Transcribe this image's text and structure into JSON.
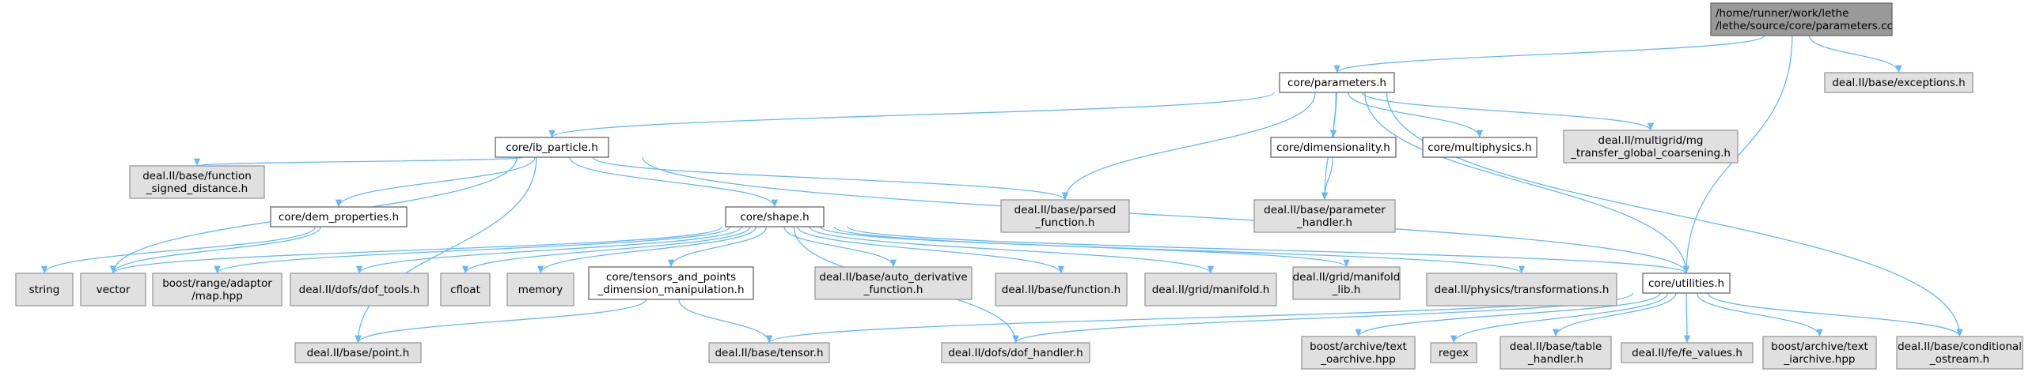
{
  "colors": {
    "root_fill": "#999999",
    "root_stroke": "#666666",
    "internal_fill": "#ffffff",
    "internal_stroke": "#666666",
    "external_fill": "#e0e0e0",
    "external_stroke": "#999999",
    "edge": "#63b8ff"
  },
  "nodes": [
    {
      "id": "root",
      "kind": "root",
      "lines": [
        "/home/runner/work/lethe",
        "/lethe/source/core/parameters.cc"
      ]
    },
    {
      "id": "core_parameters",
      "kind": "internal",
      "lines": [
        "core/parameters.h"
      ]
    },
    {
      "id": "dealii_exceptions",
      "kind": "external",
      "lines": [
        "deal.II/base/exceptions.h"
      ]
    },
    {
      "id": "core_ib_particle",
      "kind": "internal",
      "lines": [
        "core/ib_particle.h"
      ]
    },
    {
      "id": "core_dimensionality",
      "kind": "internal",
      "lines": [
        "core/dimensionality.h"
      ]
    },
    {
      "id": "core_multiphysics",
      "kind": "internal",
      "lines": [
        "core/multiphysics.h"
      ]
    },
    {
      "id": "dealii_mg_transfer",
      "kind": "external",
      "lines": [
        "deal.II/multigrid/mg",
        "_transfer_global_coarsening.h"
      ]
    },
    {
      "id": "dealii_function_signed",
      "kind": "external",
      "lines": [
        "deal.II/base/function",
        "_signed_distance.h"
      ]
    },
    {
      "id": "core_dem_properties",
      "kind": "internal",
      "lines": [
        "core/dem_properties.h"
      ]
    },
    {
      "id": "core_shape",
      "kind": "internal",
      "lines": [
        "core/shape.h"
      ]
    },
    {
      "id": "dealii_parsed_function",
      "kind": "external",
      "lines": [
        "deal.II/base/parsed",
        "_function.h"
      ]
    },
    {
      "id": "dealii_parameter_handler",
      "kind": "external",
      "lines": [
        "deal.II/base/parameter",
        "_handler.h"
      ]
    },
    {
      "id": "string",
      "kind": "external",
      "lines": [
        "string"
      ]
    },
    {
      "id": "vector",
      "kind": "external",
      "lines": [
        "vector"
      ]
    },
    {
      "id": "boost_range_map",
      "kind": "external",
      "lines": [
        "boost/range/adaptor",
        "/map.hpp"
      ]
    },
    {
      "id": "dealii_dof_tools",
      "kind": "external",
      "lines": [
        "deal.II/dofs/dof_tools.h"
      ]
    },
    {
      "id": "cfloat",
      "kind": "external",
      "lines": [
        "cfloat"
      ]
    },
    {
      "id": "memory",
      "kind": "external",
      "lines": [
        "memory"
      ]
    },
    {
      "id": "core_tensors_points",
      "kind": "internal",
      "lines": [
        "core/tensors_and_points",
        "_dimension_manipulation.h"
      ]
    },
    {
      "id": "dealii_auto_derivative",
      "kind": "external",
      "lines": [
        "deal.II/base/auto_derivative",
        "_function.h"
      ]
    },
    {
      "id": "dealii_function",
      "kind": "external",
      "lines": [
        "deal.II/base/function.h"
      ]
    },
    {
      "id": "dealii_grid_manifold",
      "kind": "external",
      "lines": [
        "deal.II/grid/manifold.h"
      ]
    },
    {
      "id": "dealii_grid_manifold_lib",
      "kind": "external",
      "lines": [
        "deal.II/grid/manifold",
        "_lib.h"
      ]
    },
    {
      "id": "dealii_transformations",
      "kind": "external",
      "lines": [
        "deal.II/physics/transformations.h"
      ]
    },
    {
      "id": "core_utilities",
      "kind": "internal",
      "lines": [
        "core/utilities.h"
      ]
    },
    {
      "id": "dealii_point",
      "kind": "external",
      "lines": [
        "deal.II/base/point.h"
      ]
    },
    {
      "id": "dealii_tensor",
      "kind": "external",
      "lines": [
        "deal.II/base/tensor.h"
      ]
    },
    {
      "id": "dealii_dof_handler",
      "kind": "external",
      "lines": [
        "deal.II/dofs/dof_handler.h"
      ]
    },
    {
      "id": "boost_text_oarchive",
      "kind": "external",
      "lines": [
        "boost/archive/text",
        "_oarchive.hpp"
      ]
    },
    {
      "id": "regex",
      "kind": "external",
      "lines": [
        "regex"
      ]
    },
    {
      "id": "dealii_table_handler",
      "kind": "external",
      "lines": [
        "deal.II/base/table",
        "_handler.h"
      ]
    },
    {
      "id": "dealii_fe_values",
      "kind": "external",
      "lines": [
        "deal.II/fe/fe_values.h"
      ]
    },
    {
      "id": "boost_text_iarchive",
      "kind": "external",
      "lines": [
        "boost/archive/text",
        "_iarchive.hpp"
      ]
    },
    {
      "id": "dealii_conditional_ostream",
      "kind": "external",
      "lines": [
        "deal.II/base/conditional",
        "_ostream.h"
      ]
    }
  ],
  "edges": [
    [
      "root",
      "core_parameters"
    ],
    [
      "root",
      "dealii_exceptions"
    ],
    [
      "root",
      "core_utilities"
    ],
    [
      "core_parameters",
      "core_ib_particle"
    ],
    [
      "core_parameters",
      "core_dimensionality"
    ],
    [
      "core_parameters",
      "core_multiphysics"
    ],
    [
      "core_parameters",
      "dealii_mg_transfer"
    ],
    [
      "core_parameters",
      "dealii_parsed_function"
    ],
    [
      "core_parameters",
      "dealii_parameter_handler"
    ],
    [
      "core_parameters",
      "core_utilities"
    ],
    [
      "core_parameters",
      "dealii_conditional_ostream"
    ],
    [
      "core_dimensionality",
      "dealii_parameter_handler"
    ],
    [
      "core_ib_particle",
      "dealii_function_signed"
    ],
    [
      "core_ib_particle",
      "core_dem_properties"
    ],
    [
      "core_ib_particle",
      "core_shape"
    ],
    [
      "core_ib_particle",
      "dealii_parsed_function"
    ],
    [
      "core_ib_particle",
      "vector"
    ],
    [
      "core_ib_particle",
      "dealii_point"
    ],
    [
      "core_ib_particle",
      "core_utilities"
    ],
    [
      "core_dem_properties",
      "string"
    ],
    [
      "core_dem_properties",
      "vector"
    ],
    [
      "core_shape",
      "boost_range_map"
    ],
    [
      "core_shape",
      "dealii_dof_tools"
    ],
    [
      "core_shape",
      "cfloat"
    ],
    [
      "core_shape",
      "memory"
    ],
    [
      "core_shape",
      "core_tensors_points"
    ],
    [
      "core_shape",
      "dealii_auto_derivative"
    ],
    [
      "core_shape",
      "dealii_function"
    ],
    [
      "core_shape",
      "dealii_grid_manifold"
    ],
    [
      "core_shape",
      "dealii_grid_manifold_lib"
    ],
    [
      "core_shape",
      "dealii_transformations"
    ],
    [
      "core_shape",
      "core_utilities"
    ],
    [
      "core_shape",
      "dealii_dof_handler"
    ],
    [
      "core_shape",
      "vector"
    ],
    [
      "core_tensors_points",
      "dealii_point"
    ],
    [
      "core_tensors_points",
      "dealii_tensor"
    ],
    [
      "core_utilities",
      "dealii_tensor"
    ],
    [
      "core_utilities",
      "dealii_dof_handler"
    ],
    [
      "core_utilities",
      "boost_text_oarchive"
    ],
    [
      "core_utilities",
      "regex"
    ],
    [
      "core_utilities",
      "dealii_table_handler"
    ],
    [
      "core_utilities",
      "dealii_fe_values"
    ],
    [
      "core_utilities",
      "boost_text_iarchive"
    ],
    [
      "core_utilities",
      "dealii_conditional_ostream"
    ]
  ]
}
